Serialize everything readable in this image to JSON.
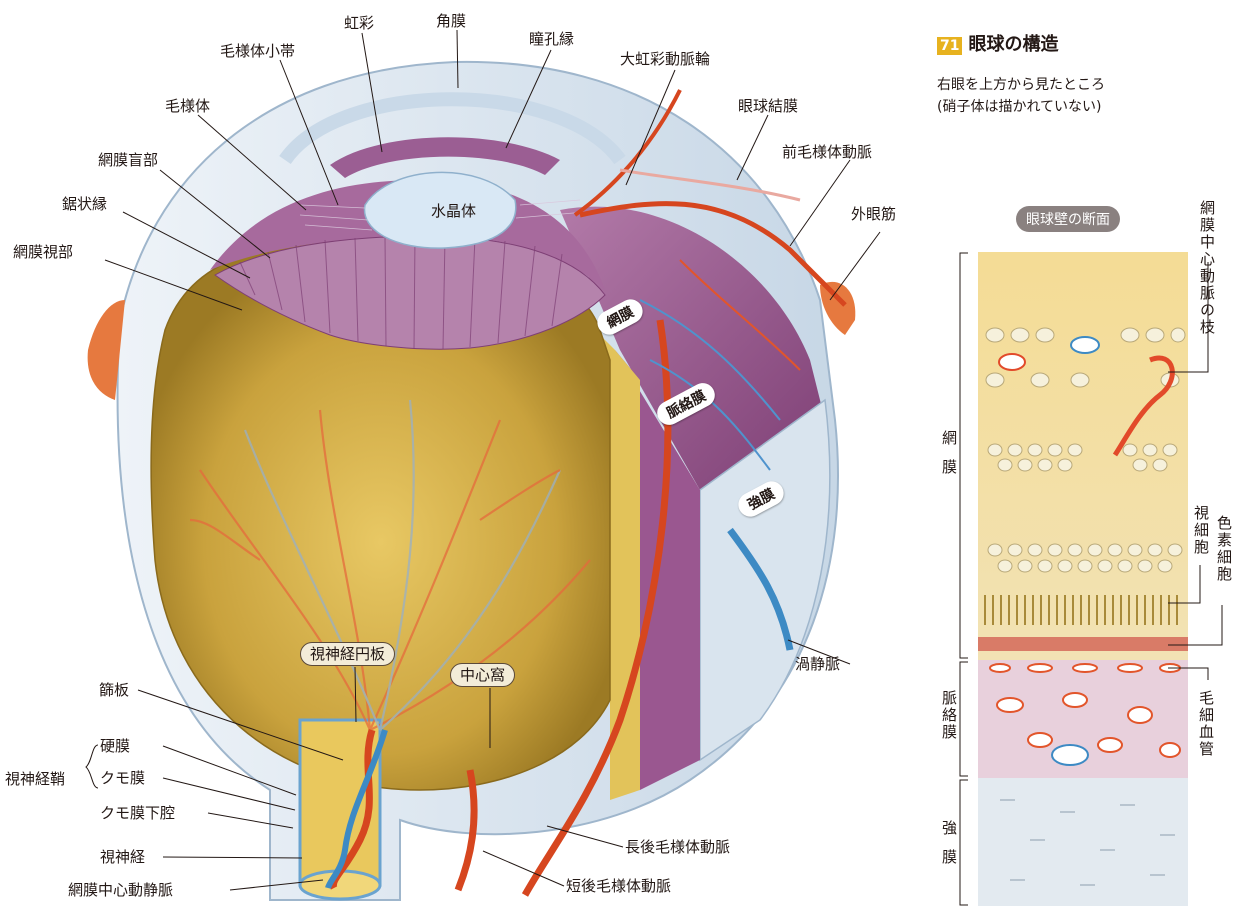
{
  "title": {
    "number": "71",
    "text": "眼球の構造"
  },
  "subtitle": [
    "右眼を上方から見たところ",
    "(硝子体は描かれていない)"
  ],
  "labels": {
    "iris": "虹彩",
    "cornea": "角膜",
    "pupil_margin": "瞳孔縁",
    "zonule": "毛様体小帯",
    "major_arterial_circle": "大虹彩動脈輪",
    "ciliary_body": "毛様体",
    "bulbar_conjunctiva": "眼球結膜",
    "retina_blind_part": "網膜盲部",
    "anterior_ciliary_artery": "前毛様体動脈",
    "lens": "水晶体",
    "ora_serrata": "鋸状縁",
    "extraocular_muscle": "外眼筋",
    "retina_optic_part": "網膜視部",
    "optic_disc": "視神経円板",
    "fovea": "中心窩",
    "vortex_vein": "渦静脈",
    "lamina_cribrosa": "篩板",
    "dura": "硬膜",
    "arachnoid": "クモ膜",
    "subarachnoid": "クモ膜下腔",
    "optic_sheath": "視神経鞘",
    "optic_nerve": "視神経",
    "central_vessels": "網膜中心動静脈",
    "long_posterior_ciliary": "長後毛様体動脈",
    "short_posterior_ciliary": "短後毛様体動脈"
  },
  "layer_tags": {
    "retina": "網膜",
    "choroid": "脈絡膜",
    "sclera": "強膜"
  },
  "section": {
    "title": "眼球壁の断面",
    "central_branch": "網膜中心動脈の枝",
    "visual_cells": "視細胞",
    "pigment_cells": "色素細胞",
    "capillary": "毛細血管",
    "retina": "網膜",
    "choroid": "脈絡膜",
    "sclera": "強膜"
  },
  "colors": {
    "retina_gold": "#c9a23d",
    "choroid_purple": "#8e4f86",
    "sclera_blue": "#dce8f1",
    "artery_red": "#d6461f",
    "vein_blue": "#3d8ac4",
    "accent_yellow": "#e7b21f"
  }
}
